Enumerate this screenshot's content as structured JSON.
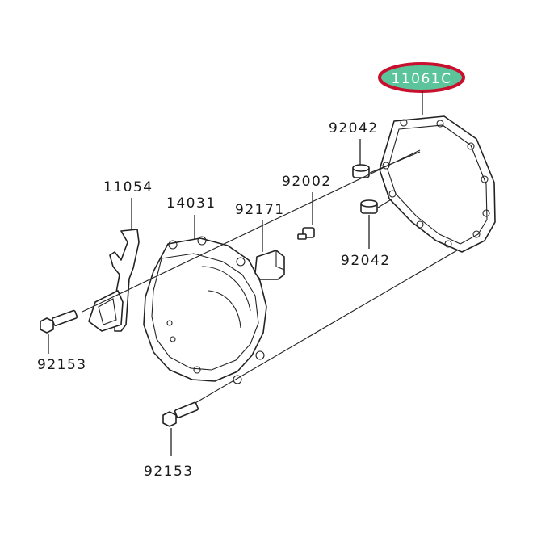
{
  "diagram": {
    "highlight_color": "#5cc49a",
    "highlight_border_color": "#c8102e",
    "labels": {
      "gasket_top": "11061C",
      "pin_upper": "92042",
      "pin_lower": "92042",
      "plug": "92002",
      "bracket": "11054",
      "cover": "14031",
      "clamp": "92171",
      "bolt_left": "92153",
      "bolt_bottom": "92153"
    }
  }
}
